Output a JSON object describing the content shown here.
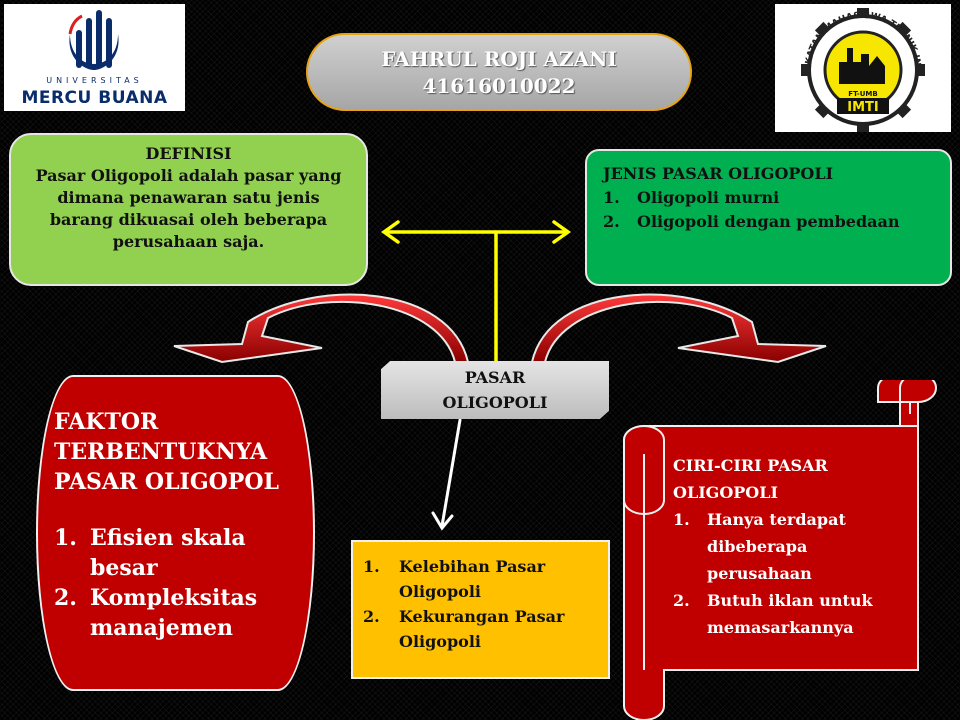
{
  "header": {
    "name": "FAHRUL ROJI AZANI",
    "nim": "41616010022"
  },
  "logos": {
    "left": {
      "small_text": "UNIVERSITAS",
      "name": "MERCU BUANA",
      "color": "#0a2c6b"
    },
    "right": {
      "ring_text": "IKATAN MAHASISWA TEKNIK INDUSTRI",
      "sub_text": "FT-UMB",
      "name": "IMTI",
      "color": "#f7e600"
    }
  },
  "center_node": {
    "line1": "PASAR",
    "line2": "OLIGOPOLI"
  },
  "definisi": {
    "title": "DEFINISI",
    "body": "Pasar Oligopoli adalah pasar yang dimana penawaran satu jenis barang dikuasai oleh beberapa perusahaan saja."
  },
  "jenis": {
    "title": "JENIS PASAR OLIGOPOLI",
    "items": [
      {
        "num": "1.",
        "text": "Oligopoli murni"
      },
      {
        "num": "2.",
        "text": "Oligopoli dengan pembedaan"
      }
    ]
  },
  "faktor": {
    "title_line1": "FAKTOR",
    "title_line2": "TERBENTUKNYA",
    "title_line3": "PASAR OLIGOPOL",
    "items": [
      {
        "num": "1.",
        "text": "Efisien skala besar"
      },
      {
        "num": "2.",
        "text": "Kompleksitas manajemen"
      }
    ]
  },
  "kelebihan": {
    "items": [
      {
        "num": "1.",
        "text": "Kelebihan Pasar Oligopoli"
      },
      {
        "num": "2.",
        "text": "Kekurangan Pasar Oligopoli"
      }
    ]
  },
  "ciri": {
    "title": "CIRI-CIRI PASAR OLIGOPOLI",
    "items": [
      {
        "num": "1.",
        "text": "Hanya terdapat dibeberapa perusahaan"
      },
      {
        "num": "2.",
        "text": "Butuh iklan untuk memasarkannya"
      }
    ]
  },
  "colors": {
    "definisi": "#92d050",
    "jenis": "#00b050",
    "faktor": "#c00000",
    "kelebihan": "#ffc000",
    "ciri": "#c00000",
    "connector_yellow": "#ffff00",
    "title_border": "#e8a315"
  }
}
